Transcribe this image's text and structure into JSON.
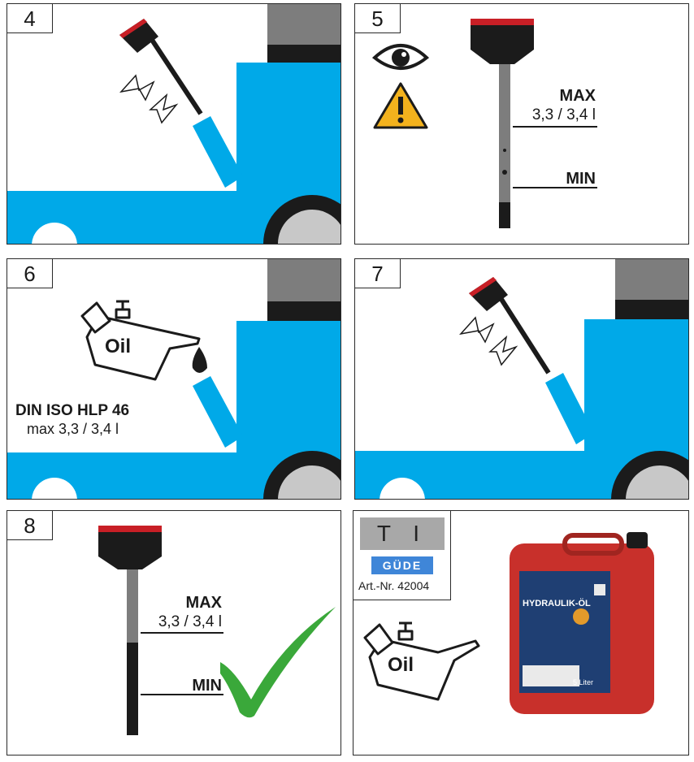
{
  "panels": [
    {
      "number": "4"
    },
    {
      "number": "5",
      "max_label": "MAX",
      "max_value": "3,3 / 3,4 l",
      "min_label": "MIN"
    },
    {
      "number": "6",
      "oil_label": "Oil",
      "spec_title": "DIN ISO HLP 46",
      "spec_value": "max 3,3 / 3,4 l"
    },
    {
      "number": "7"
    },
    {
      "number": "8",
      "max_label": "MAX",
      "max_value": "3,3 / 3,4 l",
      "min_label": "MIN"
    },
    {
      "tip_label": "T I P",
      "brand": "GÜDE",
      "article": "Art.-Nr. 42004",
      "oil_label": "Oil",
      "canister_label": "HYDRAULIK-ÖL",
      "canister_volume": "5 Liter"
    }
  ],
  "icons": [
    "eye-icon",
    "warning-icon",
    "oil-can-icon",
    "oil-drop-icon",
    "refresh-arrows-icon",
    "check-mark-icon"
  ],
  "colors": {
    "machine_blue": "#00a9e8",
    "dark_gray": "#7d7d7d",
    "black": "#1b1b1b",
    "red_cap": "#c81f26",
    "canister_red": "#c8302b",
    "check_green": "#3aa83a",
    "warning_yellow": "#f3b21d"
  }
}
